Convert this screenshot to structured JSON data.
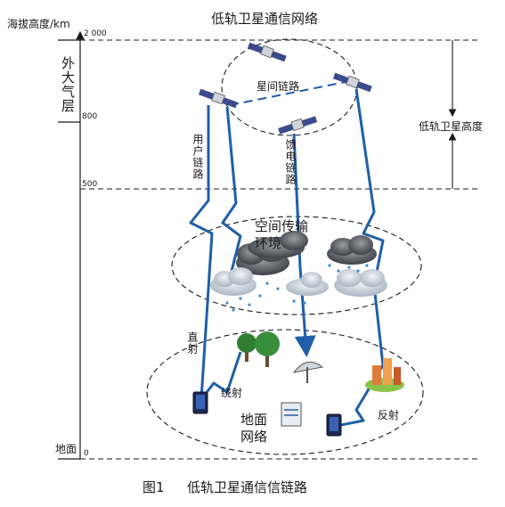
{
  "y_axis": {
    "label": "海拔高度/km",
    "ticks": [
      "2 000",
      "800",
      "500",
      "0"
    ]
  },
  "title_top": "低轨卫星通信网络",
  "layers": {
    "outer_atmosphere": "外大气层",
    "ground": "地面"
  },
  "labels": {
    "inter_satellite_link": "星间链路",
    "user_link": "用户链路",
    "feeder_link": "馈电链路",
    "leo_altitude": "低轨卫星高度",
    "space_transmission": "空间传输环境",
    "direct": "直射",
    "diffraction": "绕射",
    "reflection": "反射",
    "ground_network": "地面网络"
  },
  "caption": {
    "figure": "图1",
    "text": "低轨卫星通信信链路"
  },
  "colors": {
    "signal": "#1f5fa8",
    "cloud_dark": "#5c5f66",
    "cloud_light": "#c9d3dc",
    "tree": "#2e7d32",
    "rain": "#3d8ad6"
  }
}
